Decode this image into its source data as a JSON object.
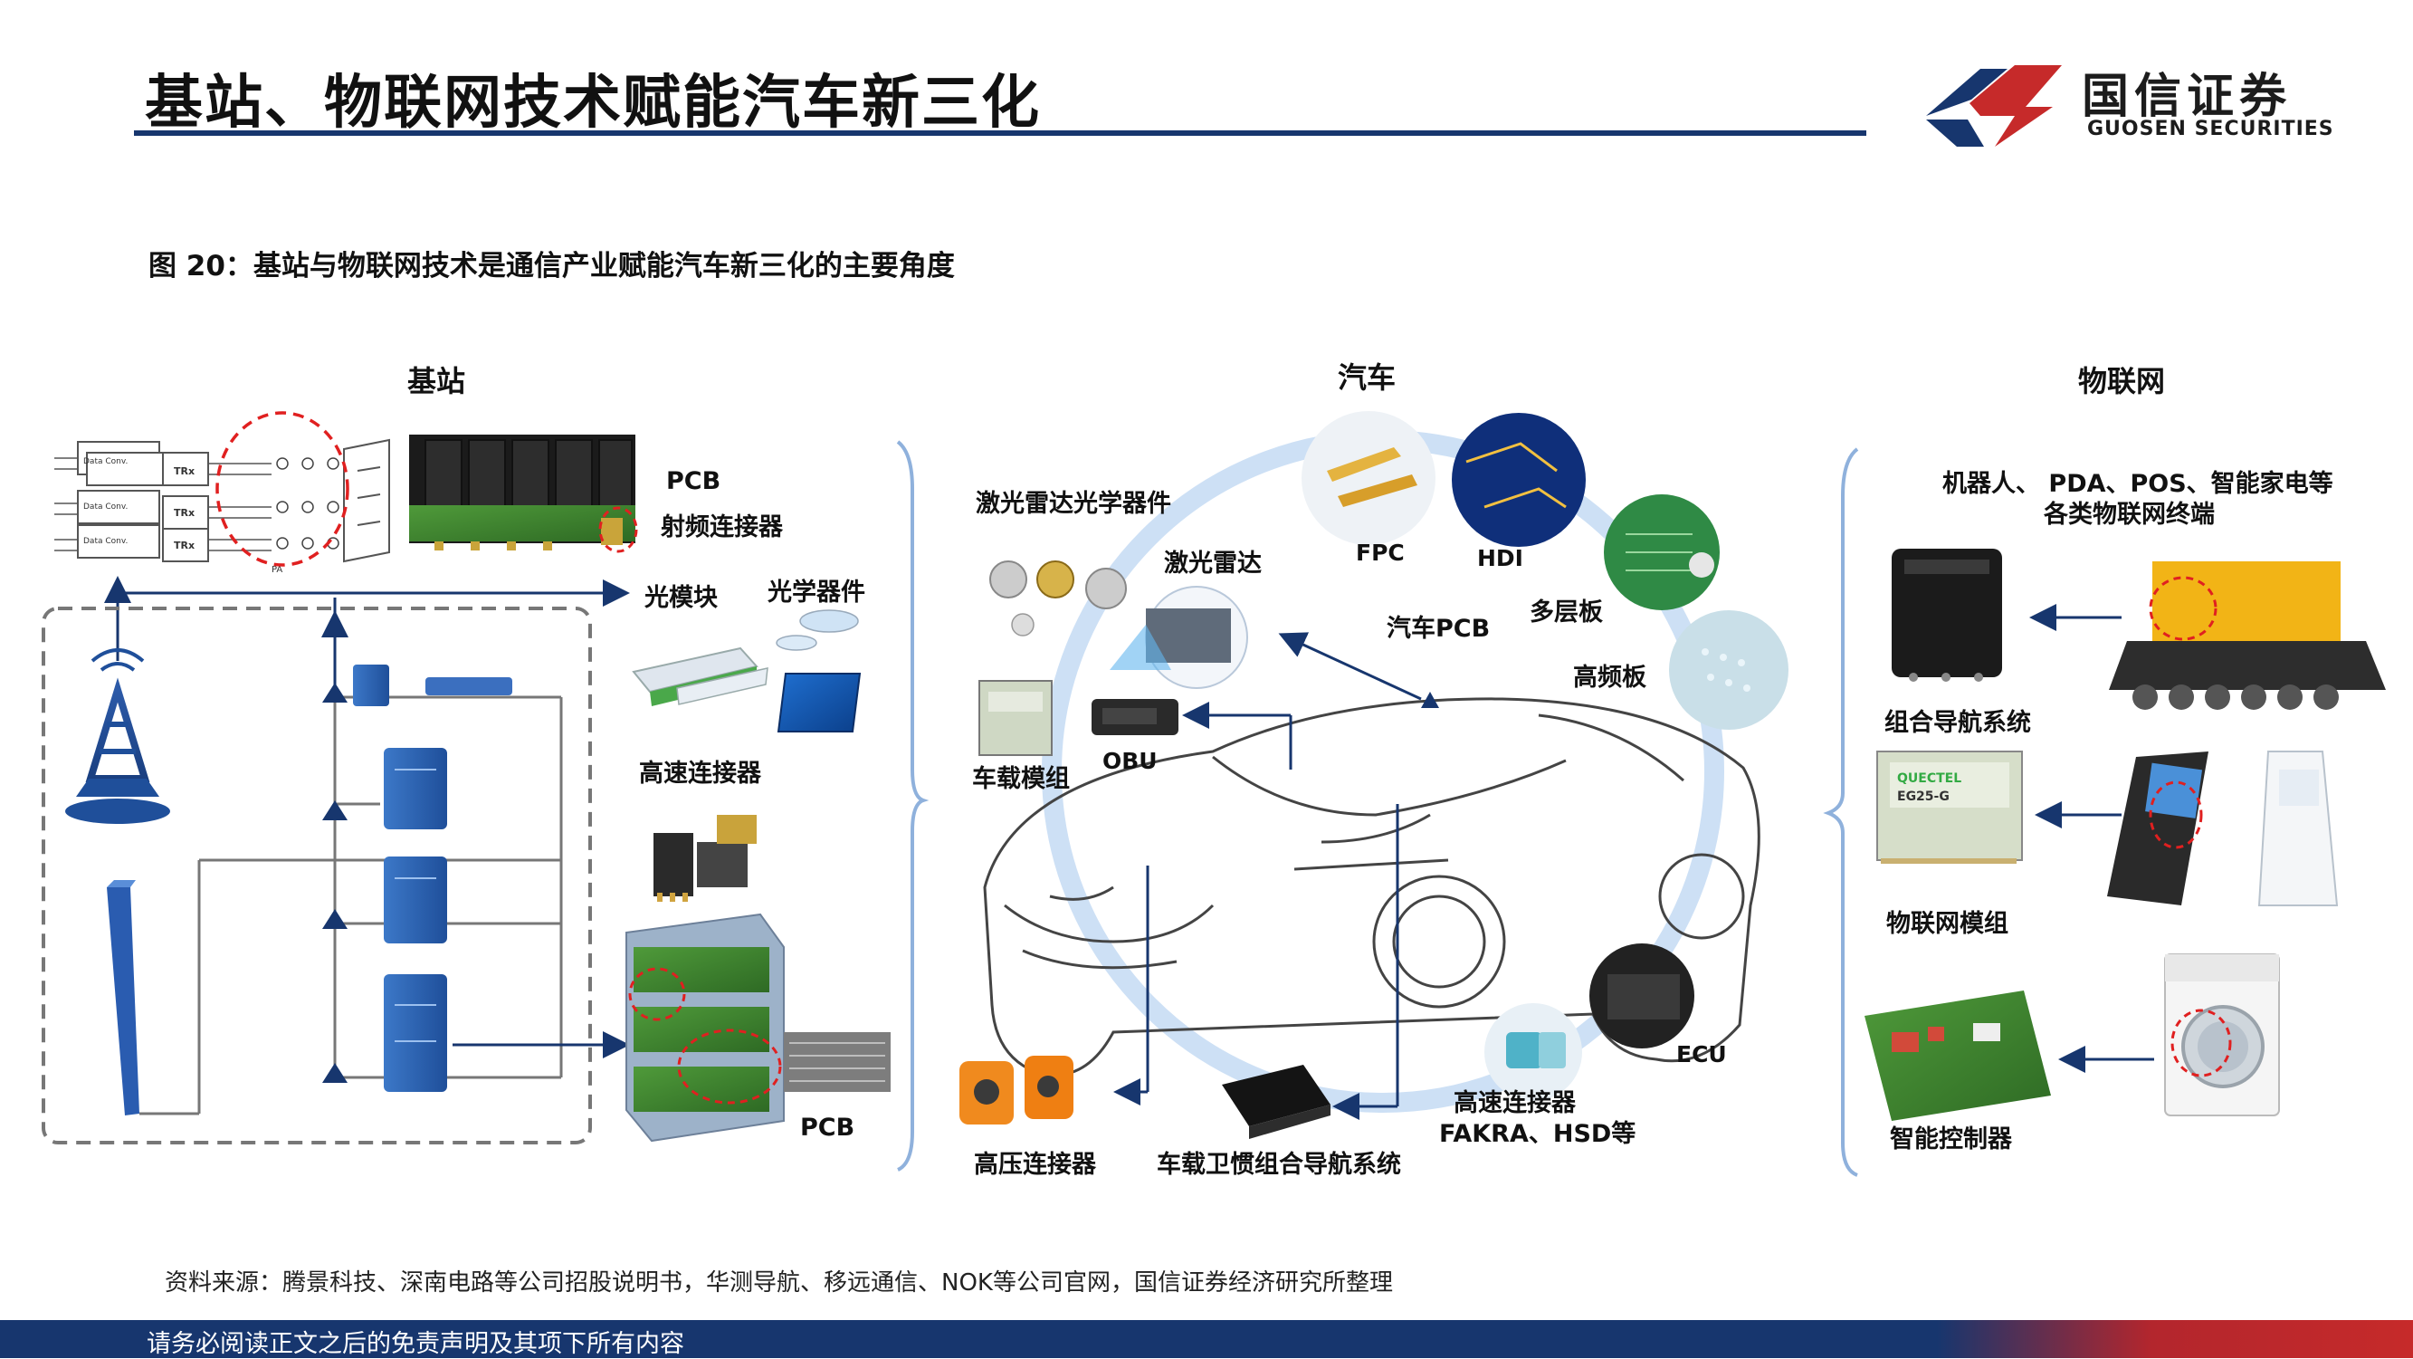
{
  "header": {
    "title": "基站、物联网技术赋能汽车新三化",
    "logo_cn": "国信证券",
    "logo_en": "GUOSEN SECURITIES"
  },
  "figure": {
    "caption": "图 20：基站与物联网技术是通信产业赋能汽车新三化的主要角度"
  },
  "base_station": {
    "title": "基站",
    "pcb_label": "PCB",
    "rf_connector": "射频连接器",
    "optical_module": "光模块",
    "optical_device": "光学器件",
    "hs_connector": "高速连接器",
    "pcb_label_2": "PCB",
    "schematic_box": "Data Conv.",
    "schematic_trx": "TRx",
    "schematic_pa": "PA"
  },
  "car": {
    "title": "汽车",
    "lidar_optics": "激光雷达光学器件",
    "lidar": "激光雷达",
    "fpc": "FPC",
    "hdi": "HDI",
    "multilayer": "多层板",
    "car_pcb": "汽车PCB",
    "hf_board": "高频板",
    "vehicle_module": "车载模组",
    "obu": "OBU",
    "ecu": "ECU",
    "hs_connector": "高速连接器",
    "fakra_hsd": "FAKRA、HSD等",
    "hv_connector": "高压连接器",
    "nav_system": "车载卫惯组合导航系统"
  },
  "iot": {
    "title": "物联网",
    "terminals_line1": "机器人、 PDA、POS、智能家电等",
    "terminals_line2": "各类物联网终端",
    "nav_system": "组合导航系统",
    "iot_module": "物联网模组",
    "smart_controller": "智能控制器",
    "module_brand": "QUECTEL",
    "module_model": "EG25-G"
  },
  "source": "资料来源：腾景科技、深南电路等公司招股说明书，华测导航、移远通信、NOK等公司官网，国信证券经济研究所整理",
  "footer": {
    "disclaimer": "请务必阅读正文之后的免责声明及其项下所有内容"
  },
  "colors": {
    "navy": "#17366e",
    "red": "#c62a2a",
    "dash_red": "#e02020"
  }
}
